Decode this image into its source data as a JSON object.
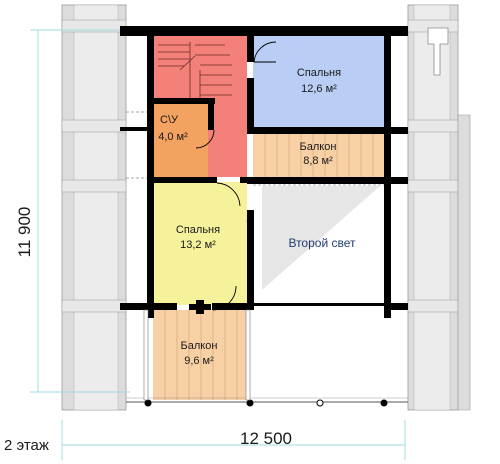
{
  "rooms": {
    "bedroom_top": {
      "name": "Спальня",
      "area": "12,6 м²"
    },
    "bathroom": {
      "name": "С\\У",
      "area": "4,0 м²"
    },
    "balcony_top": {
      "name": "Балкон",
      "area": "8,8 м²"
    },
    "bedroom_mid": {
      "name": "Спальня",
      "area": "13,2 м²"
    },
    "second_light": {
      "name": "Второй свет"
    },
    "balcony_bottom": {
      "name": "Балкон",
      "area": "9,6 м²"
    }
  },
  "dimensions": {
    "height": "11 900",
    "width": "12 500"
  },
  "floor_label": "2 этаж",
  "colors": {
    "stairs": "#f4807a",
    "bedroom_top": "#b9cdf5",
    "bathroom": "#f3a35f",
    "balcony": "#f8d0a5",
    "bedroom_mid": "#f6f19b",
    "second_light": "#ffffff",
    "wall": "#000000",
    "facade_logs": "#d8d8d8",
    "grid_lines": "#9fd9dc"
  }
}
